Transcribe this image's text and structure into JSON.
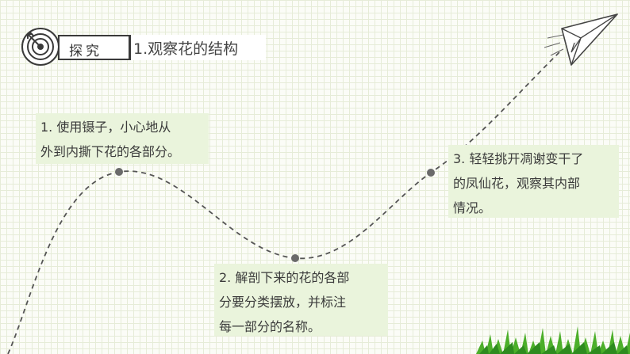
{
  "header": {
    "tag_label": "探究",
    "title": "1.观察花的结构"
  },
  "steps": [
    {
      "text_line1": "1. 使用镊子，小心地从",
      "text_line2": "外到内撕下花的各部分。"
    },
    {
      "text_line1": "2. 解剖下来的花的各部",
      "text_line2": "分要分类摆放，并标注",
      "text_line3": "每一部分的名称。"
    },
    {
      "text_line1": "3. 轻轻挑开凋谢变干了",
      "text_line2": "的凤仙花，观察其内部",
      "text_line3": "情况。"
    }
  ],
  "icons": [
    "target-icon",
    "paper-plane-icon",
    "grass-decoration"
  ],
  "colors": {
    "note_bg": "#eaf4dc",
    "line": "#555555",
    "grass": "#4caf2a"
  }
}
